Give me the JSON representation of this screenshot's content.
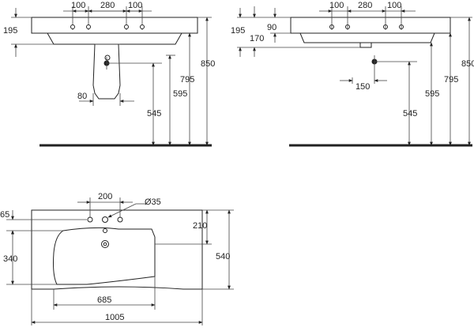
{
  "front_view": {
    "top_dims": [
      "100",
      "280",
      "100"
    ],
    "height_dims": [
      "195",
      "595",
      "795",
      "850",
      "545"
    ],
    "pedestal_width": "80"
  },
  "side_view": {
    "top_dims": [
      "100",
      "280",
      "100"
    ],
    "left_dims": [
      "195",
      "90",
      "170"
    ],
    "trap_width": "150",
    "height_dims": [
      "545",
      "595",
      "795",
      "850"
    ]
  },
  "plan_view": {
    "hole_spacing": "200",
    "tap_hole_diameter": "Ø35",
    "left_dims": [
      "65",
      "340"
    ],
    "right_dims": [
      "210",
      "540"
    ],
    "bowl_width": "685",
    "overall_width": "1005"
  }
}
